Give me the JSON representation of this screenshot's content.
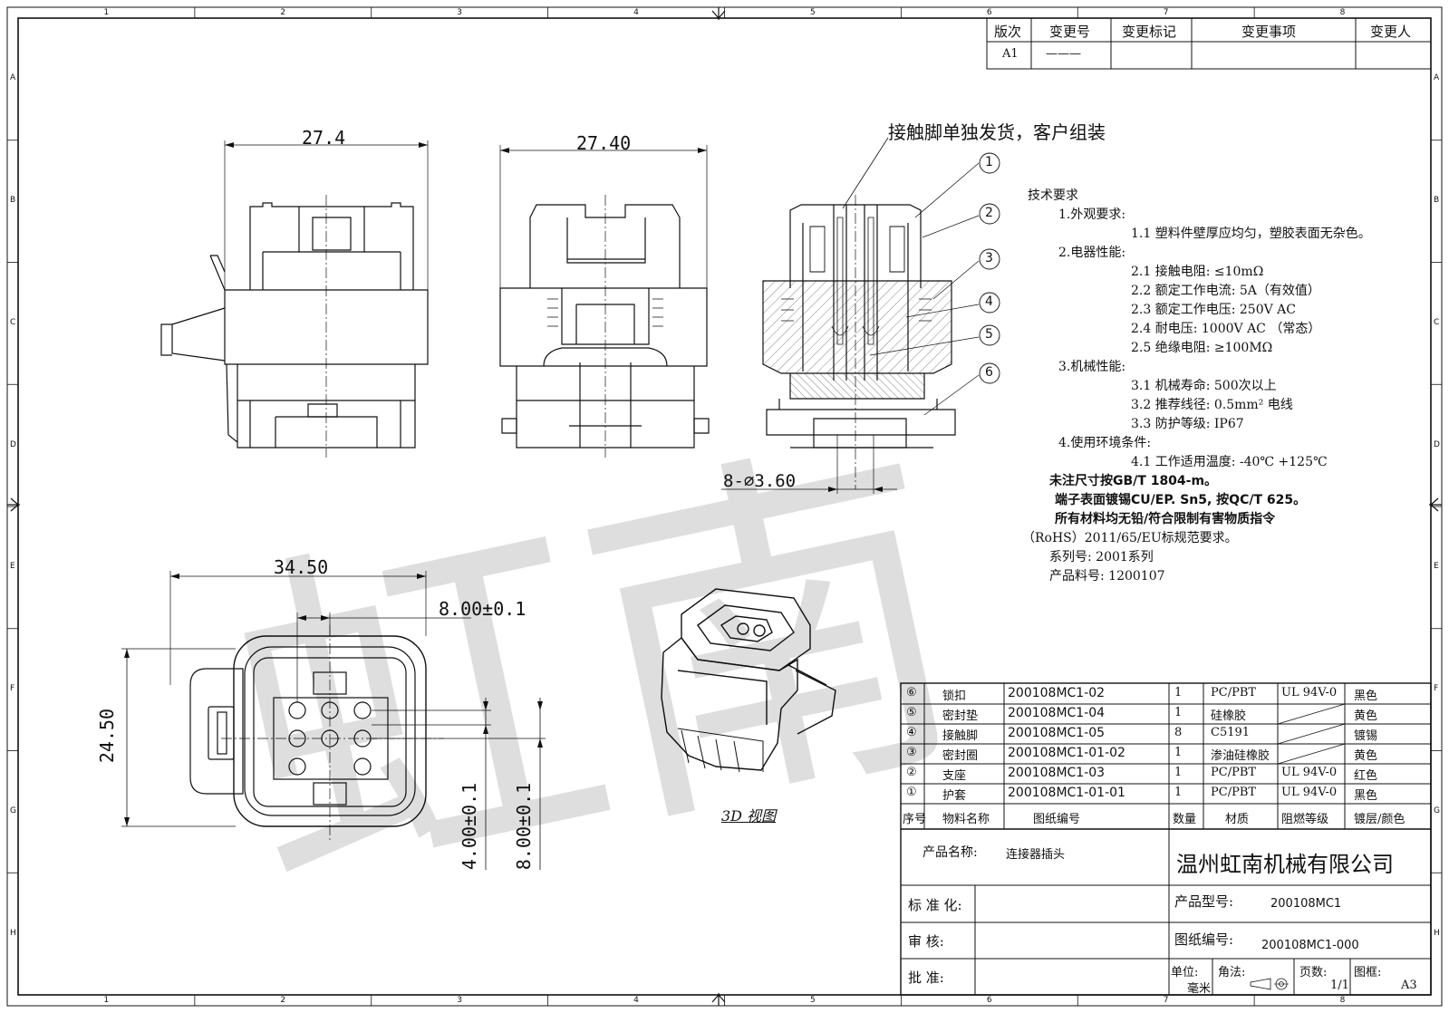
{
  "revision_table": {
    "headers": [
      "版次",
      "变更号",
      "变更标记",
      "变更事项",
      "变更人"
    ],
    "row": [
      "A1",
      "———",
      "",
      "",
      ""
    ]
  },
  "grid": {
    "cols": [
      "1",
      "2",
      "3",
      "4",
      "5",
      "6",
      "7",
      "8"
    ],
    "rows": [
      "A",
      "B",
      "C",
      "D",
      "E",
      "F",
      "G",
      "H"
    ]
  },
  "dimensions": {
    "front_width": "27.4",
    "side_width": "27.40",
    "holes": "8-⌀3.60",
    "bottom_width": "34.50",
    "pitch_h": "8.00±0.1",
    "height": "24.50",
    "pitch_v1": "4.00±0.1",
    "pitch_v2": "8.00±0.1"
  },
  "note_top": "接触脚单独发货，客户组装",
  "balloons": [
    "1",
    "2",
    "3",
    "4",
    "5",
    "6"
  ],
  "view_3d_label": "3D 视图",
  "tech_req": [
    "技术要求",
    "1.外观要求:",
    "1.1 塑料件壁厚应均匀，塑胶表面无杂色。",
    "2.电器性能:",
    "2.1 接触电阻: ≤10mΩ",
    "2.2 额定工作电流: 5A（有效值）",
    "2.3 额定工作电压: 250V AC",
    "2.4 耐电压: 1000V AC （常态）",
    "2.5 绝缘电阻: ≥100MΩ",
    "3.机械性能:",
    "3.1 机械寿命: 500次以上",
    "3.2 推荐线径: 0.5mm² 电线",
    "3.3 防护等级: IP67",
    "4.使用环境条件:",
    "4.1 工作适用温度: -40℃ +125℃",
    "未注尺寸按GB/T 1804-m。",
    "端子表面镀锡CU/EP. Sn5, 按QC/T 625。",
    "所有材料均无铅/符合限制有害物质指令",
    "（RoHS）2011/65/EU标规范要求。",
    "系列号: 2001系列",
    "产品料号: 1200107"
  ],
  "bom": {
    "rows": [
      [
        "⑥",
        "锁扣",
        "200108MC1-02",
        "1",
        "PC/PBT",
        "UL 94V-0",
        "黑色"
      ],
      [
        "⑤",
        "密封垫",
        "200108MC1-04",
        "1",
        "硅橡胶",
        "",
        "黄色"
      ],
      [
        "④",
        "接触脚",
        "200108MC1-05",
        "8",
        "C5191",
        "",
        "镀锡"
      ],
      [
        "③",
        "密封圈",
        "200108MC1-01-02",
        "1",
        "渗油硅橡胶",
        "",
        "黄色"
      ],
      [
        "②",
        "支座",
        "200108MC1-03",
        "1",
        "PC/PBT",
        "UL 94V-0",
        "红色"
      ],
      [
        "①",
        "护套",
        "200108MC1-01-01",
        "1",
        "PC/PBT",
        "UL 94V-0",
        "黑色"
      ]
    ],
    "headers": [
      "序号",
      "物料名称",
      "图纸编号",
      "数量",
      "材质",
      "阻燃等级",
      "镀层/颜色"
    ]
  },
  "title_block": {
    "product_name_label": "产品名称:",
    "product_name": "连接器插头",
    "company": "温州虹南机械有限公司",
    "std_label": "标 准 化:",
    "review_label": "审    核:",
    "approve_label": "批    准:",
    "model_label": "产品型号:",
    "model": "200108MC1",
    "drawing_label": "图纸编号:",
    "drawing_no": "200108MC1-000",
    "unit_label": "单位:",
    "unit": "毫米",
    "angle_label": "角法:",
    "page_label": "页数:",
    "page": "1/1",
    "frame_label": "图框:",
    "frame": "A3"
  },
  "watermark": "虹南"
}
